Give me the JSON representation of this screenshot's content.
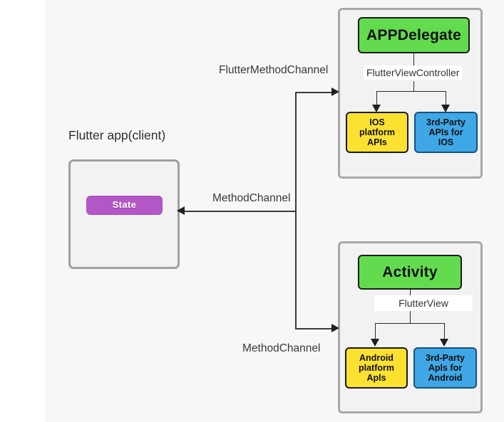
{
  "canvas": {
    "background": "#f7f7f7",
    "page_background": "#ffffff"
  },
  "colors": {
    "green": "#62dc4e",
    "yellow": "#fde131",
    "blue": "#3fa7e6",
    "purple": "#b457c6",
    "panel_fill": "#f2f2f2",
    "panel_border": "#a8a8a8",
    "connector": "#2b2b2b"
  },
  "client": {
    "title": "Flutter app(client)",
    "state_label": "State"
  },
  "channels": {
    "ios_label": "FlutterMethodChannel",
    "middle_label": "MethodChannel",
    "android_label": "MethodChannel"
  },
  "ios_panel": {
    "root": "APPDelegate",
    "connector_label": "FlutterViewController",
    "children": [
      {
        "label": "IOS\nplatform\nAPIs",
        "color": "yellow"
      },
      {
        "label": "3rd-Party\nAPIs for\nIOS",
        "color": "blue"
      }
    ]
  },
  "android_panel": {
    "root": "Activity",
    "connector_label": "FlutterView",
    "children": [
      {
        "label": "Android\nplatform\nApls",
        "color": "yellow"
      },
      {
        "label": "3rd-Party\nApls for\nAndroid",
        "color": "blue"
      }
    ]
  }
}
